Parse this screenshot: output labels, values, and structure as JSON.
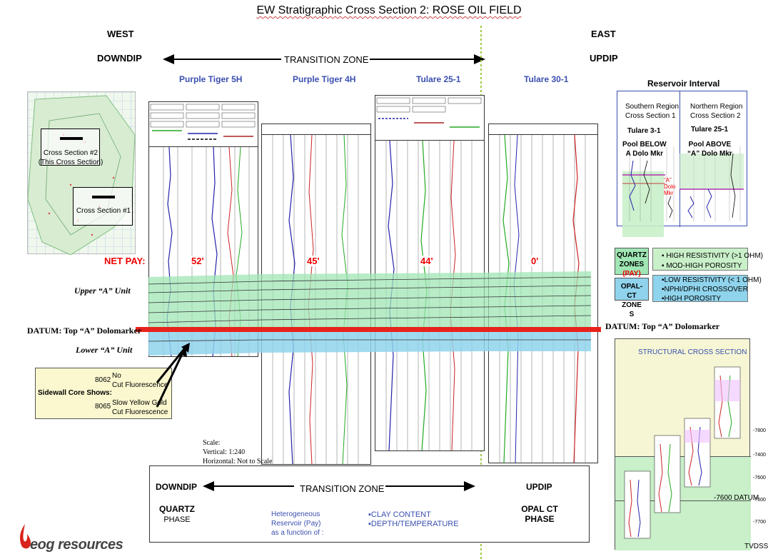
{
  "title": "EW Stratigraphic Cross Section 2: ROSE OIL FIELD",
  "headers": {
    "west": "WEST",
    "east": "EAST",
    "downdip": "DOWNDIP",
    "updip": "UPDIP",
    "transition_zone": "TRANSITION ZONE"
  },
  "wells": [
    {
      "name": "Purple Tiger 5H",
      "net_pay": "52'"
    },
    {
      "name": "Purple Tiger 4H",
      "net_pay": "45'"
    },
    {
      "name": "Tulare 25-1",
      "net_pay": "44'"
    },
    {
      "name": "Tulare 30-1",
      "net_pay": "0'"
    }
  ],
  "net_pay_label": "NET PAY:",
  "map": {
    "xs2_label_1": "Cross Section #2",
    "xs2_label_2": "(This Cross Section)",
    "xs1_label": "Cross Section #1"
  },
  "units": {
    "upper": "Upper “A” Unit",
    "lower": "Lower “A” Unit",
    "datum_left": "DATUM:  Top “A” Dolomarker",
    "datum_right": "DATUM:  Top “A” Dolomarker"
  },
  "core_shows": {
    "title": "Sidewall Core Shows:",
    "depth1": "8062",
    "desc1a": "No",
    "desc1b": "Cut Fluorescence",
    "depth2": "8065",
    "desc2a": "Slow Yellow Gold",
    "desc2b": "Cut Fluorescence"
  },
  "scale": {
    "l1": "Scale:",
    "l2": "Vertical: 1:240",
    "l3": "Horizontal: Not to Scale"
  },
  "reservoir": {
    "title": "Reservoir Interval",
    "south_1": "Southern Region",
    "south_2": "Cross Section 1",
    "north_1": "Northern Region",
    "north_2": "Cross Section 2",
    "well_s": "Tulare 3-1",
    "well_n": "Tulare 25-1",
    "pool_s_1": "Pool BELOW",
    "pool_s_2": "A Dolo Mkr",
    "pool_n_1": "Pool ABOVE",
    "pool_n_2": "“A” Dolo Mkr",
    "marker_1": "“A”",
    "marker_2": "Dolo",
    "marker_3": "Mkr"
  },
  "legend": {
    "quartz_1": "QUARTZ",
    "quartz_2": "ZONES",
    "quartz_3": "(PAY)",
    "quartz_b1": "▪ HIGH RESISTIVITY (>1 OHM)",
    "quartz_b2": "▪ MOD-HIGH POROSITY",
    "opal_1": "OPAL-",
    "opal_2": "CT",
    "opal_3": "ZONE",
    "opal_4": "S",
    "opal_b1": "▪LOW RESISTIVITY (< 1 OHM)",
    "opal_b2": "▪NPHI/DPHI CROSSOVER",
    "opal_b3": "▪HIGH POROSITY"
  },
  "structural": {
    "title": "STRUCTURAL  CROSS SECTION",
    "ticks": [
      "-7800",
      "-7400",
      "-7600",
      "-7600",
      "-7700"
    ],
    "datum": "-7600 DATUM",
    "tvdss": "TVDSS"
  },
  "bottom": {
    "downdip": "DOWNDIP",
    "transition": "TRANSITION ZONE",
    "updip": "UPDIP",
    "quartz": "QUARTZ",
    "phase": "PHASE",
    "het_1": "Heterogeneous",
    "het_2": "Reservoir (Pay)",
    "het_3": "as a function of :",
    "b1": "▪CLAY CONTENT",
    "b2": "▪DEPTH/TEMPERATURE",
    "opal_1": "OPAL CT",
    "opal_2": "PHASE"
  },
  "logo": "eog resources",
  "colors": {
    "quartz_green": "#9fe6b4",
    "opal_blue": "#8fd3ec",
    "datum_red": "#e8231c",
    "well_blue": "#3a4fb0",
    "structural_bg": "#f6f6d4"
  }
}
